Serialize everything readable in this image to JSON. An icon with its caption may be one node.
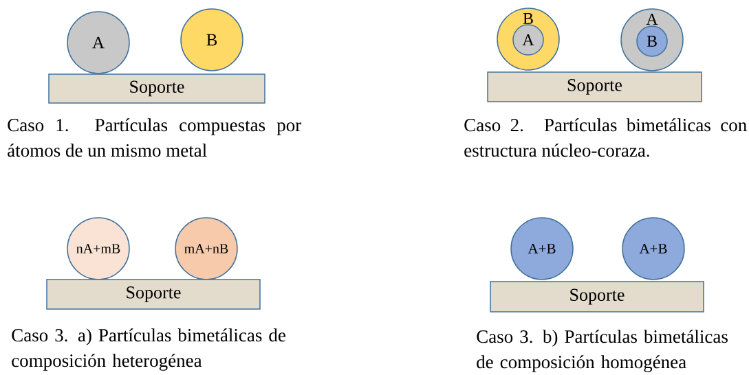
{
  "diagram": {
    "nodes": [
      {
        "text": [
          "A"
        ]
      },
      {
        "text": [
          "B"
        ]
      },
      {
        "text": [
          "Soporte"
        ]
      },
      {
        "text": [
          "B"
        ]
      },
      {
        "text": [
          "A"
        ],
        "in": 3
      },
      {
        "text": [
          "A"
        ]
      },
      {
        "text": [
          "B"
        ],
        "in": 5
      },
      {
        "text": [
          "Soporte"
        ]
      },
      {
        "text": [
          "nA+mB"
        ]
      },
      {
        "text": [
          "mA+nB"
        ]
      },
      {
        "text": [
          "Soporte"
        ]
      },
      {
        "text": [
          "A+B"
        ]
      },
      {
        "text": [
          "A+B"
        ]
      },
      {
        "text": [
          "Soporte"
        ]
      }
    ],
    "labels": [
      "Caso 1. Partículas compuestas por átomos de un mismo metal",
      "Caso 2. Partículas bimetálicas  con estructura núcleo-coraza.",
      "Caso 3. a) Partículas bimetálicas de composición heterogénea",
      "Caso 3. b) Partículas bimetálicas de composición homogénea"
    ]
  }
}
